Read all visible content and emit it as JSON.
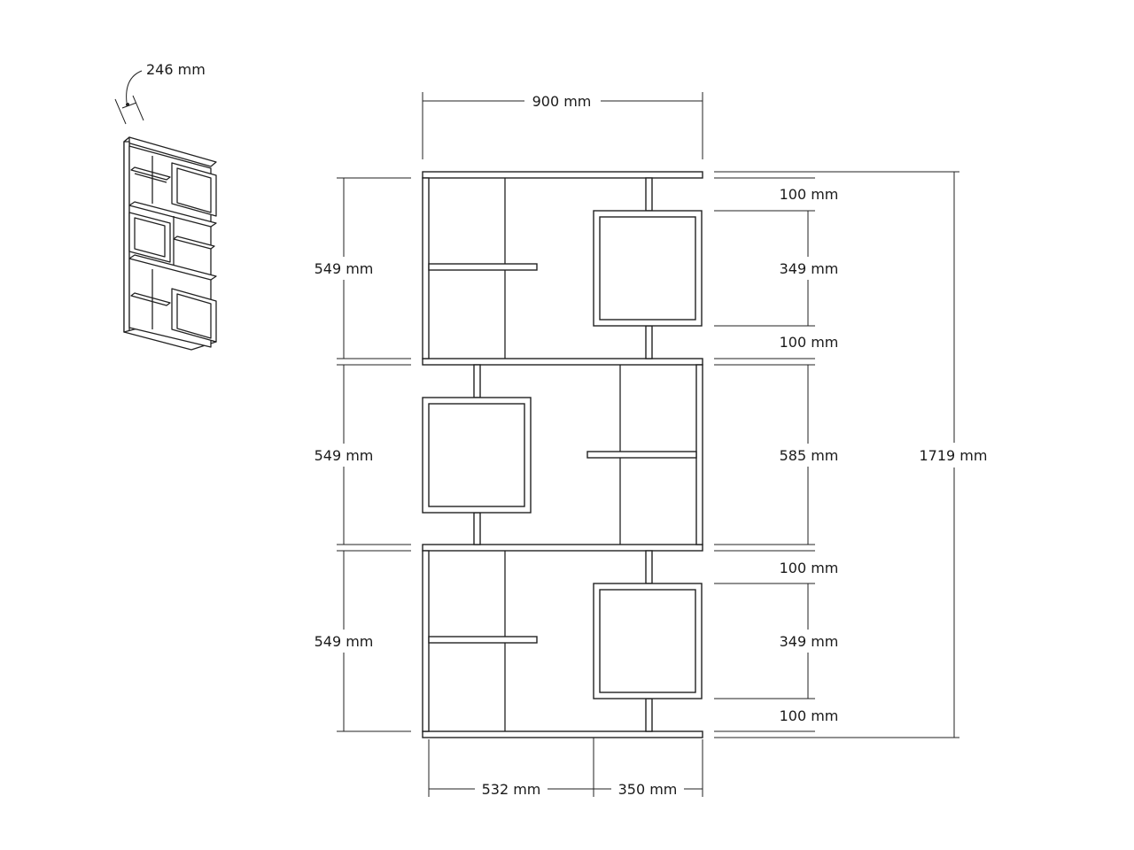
{
  "depth": "246 mm",
  "width_total": "900 mm",
  "height_total": "1719 mm",
  "left_sections": [
    "549 mm",
    "549 mm",
    "549 mm"
  ],
  "right_dims": {
    "top_gap_1": "100 mm",
    "box_1": "349 mm",
    "bottom_gap_1": "100 mm",
    "middle": "585 mm",
    "top_gap_3": "100 mm",
    "box_3": "349 mm",
    "bottom_gap_3": "100 mm"
  },
  "bottom_dims": [
    "532 mm",
    "350 mm"
  ]
}
